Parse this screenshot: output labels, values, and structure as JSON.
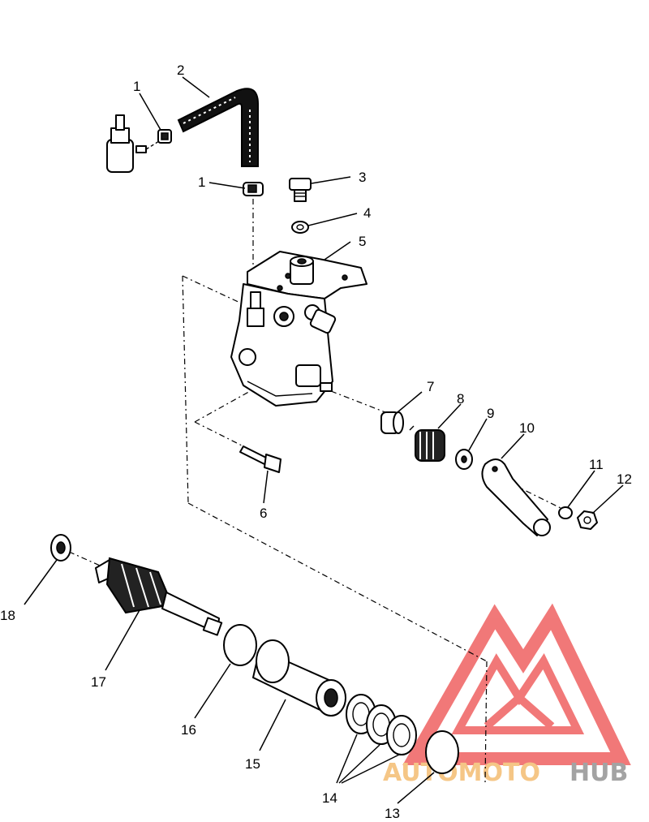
{
  "diagram": {
    "callouts": [
      {
        "id": "c1a",
        "text": "1"
      },
      {
        "id": "c2",
        "text": "2"
      },
      {
        "id": "c1b",
        "text": "1"
      },
      {
        "id": "c3",
        "text": "3"
      },
      {
        "id": "c4",
        "text": "4"
      },
      {
        "id": "c5",
        "text": "5"
      },
      {
        "id": "c7",
        "text": "7"
      },
      {
        "id": "c8",
        "text": "8"
      },
      {
        "id": "c9",
        "text": "9"
      },
      {
        "id": "c10",
        "text": "10"
      },
      {
        "id": "c11",
        "text": "11"
      },
      {
        "id": "c12",
        "text": "12"
      },
      {
        "id": "c6",
        "text": "6"
      },
      {
        "id": "c18",
        "text": "18"
      },
      {
        "id": "c17",
        "text": "17"
      },
      {
        "id": "c16",
        "text": "16"
      },
      {
        "id": "c15",
        "text": "15"
      },
      {
        "id": "c14",
        "text": "14"
      },
      {
        "id": "c13",
        "text": "13"
      }
    ]
  },
  "watermark": {
    "part1": "AUTOMOTO",
    "part2": "HUB",
    "color_primary": "#f06a6a",
    "color_accent": "#f5c07a",
    "color_dark": "#9a9a9a"
  }
}
